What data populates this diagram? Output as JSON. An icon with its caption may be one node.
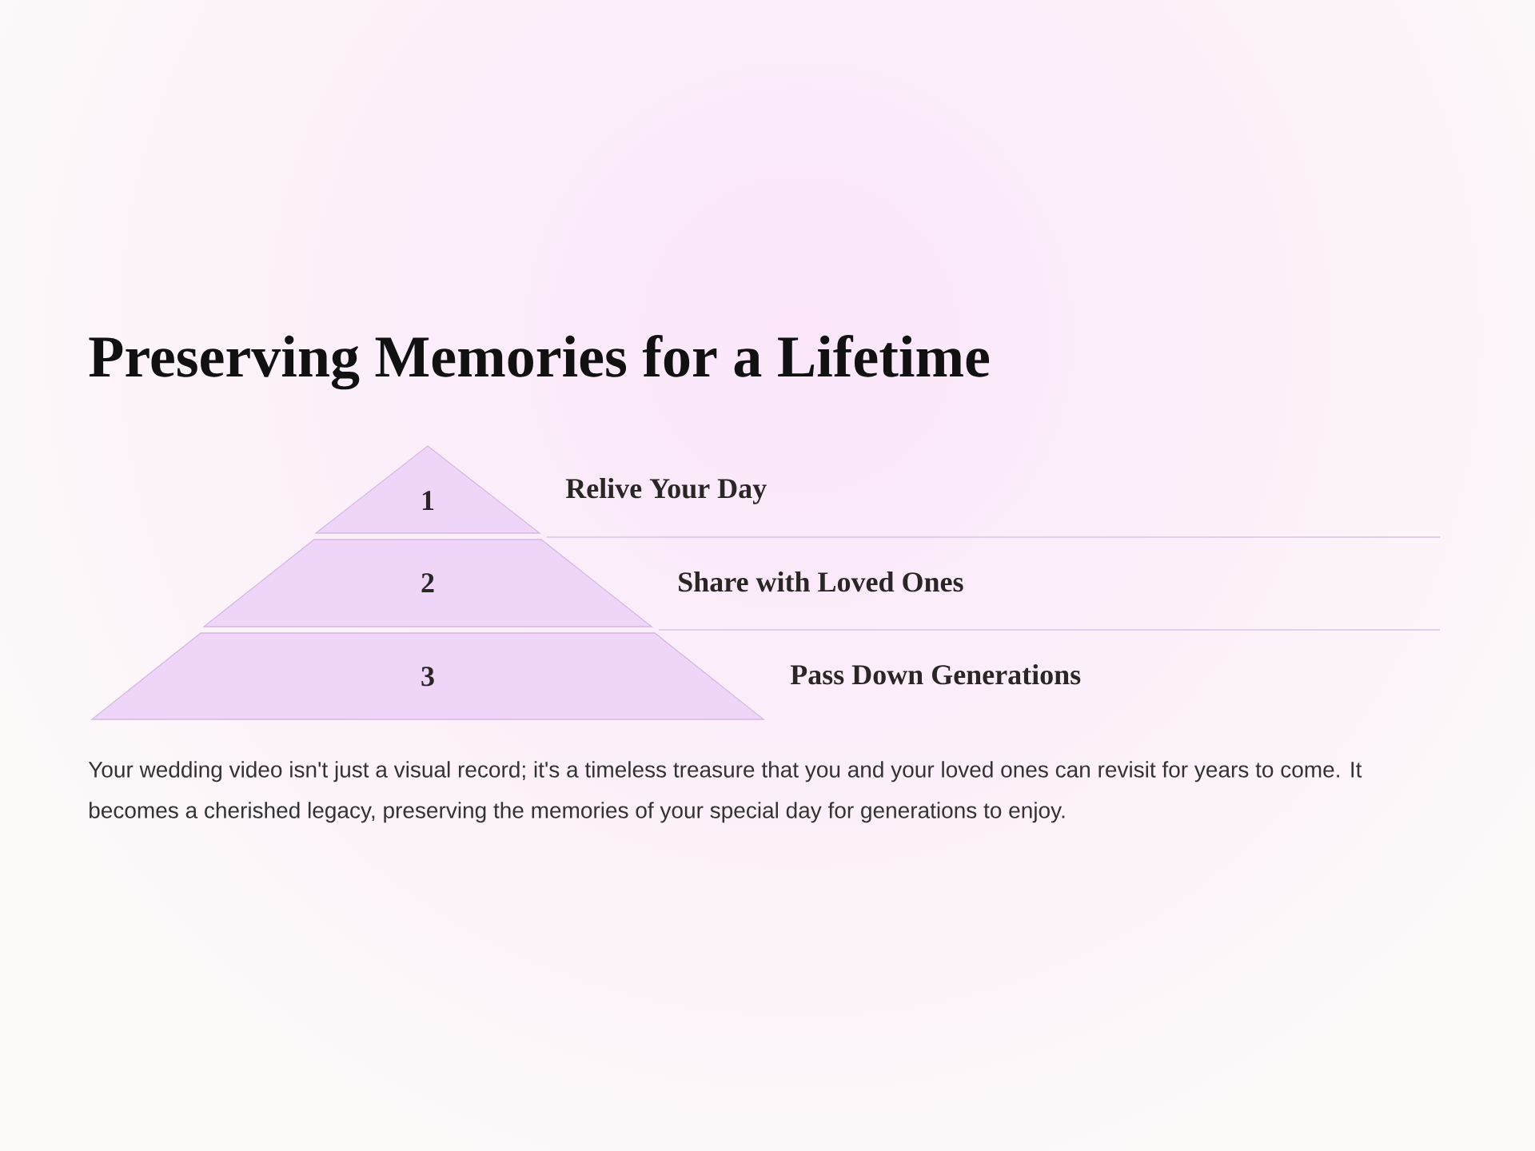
{
  "diagram": {
    "title": "Preserving Memories for a Lifetime",
    "nodes": [
      {
        "text": [
          "1"
        ],
        "beside": [
          "Relive Your Day"
        ]
      },
      {
        "text": [
          "2"
        ],
        "beside": [
          "Share with Loved Ones"
        ]
      },
      {
        "text": [
          "3"
        ],
        "beside": [
          "Pass Down Generations"
        ]
      }
    ],
    "labels": [
      "Your wedding video isn't just a visual record; it's a timeless treasure that you and your loved ones can revisit for years to come. It becomes a cherished legacy, preserving the memories of your special day for generations to enjoy."
    ]
  }
}
